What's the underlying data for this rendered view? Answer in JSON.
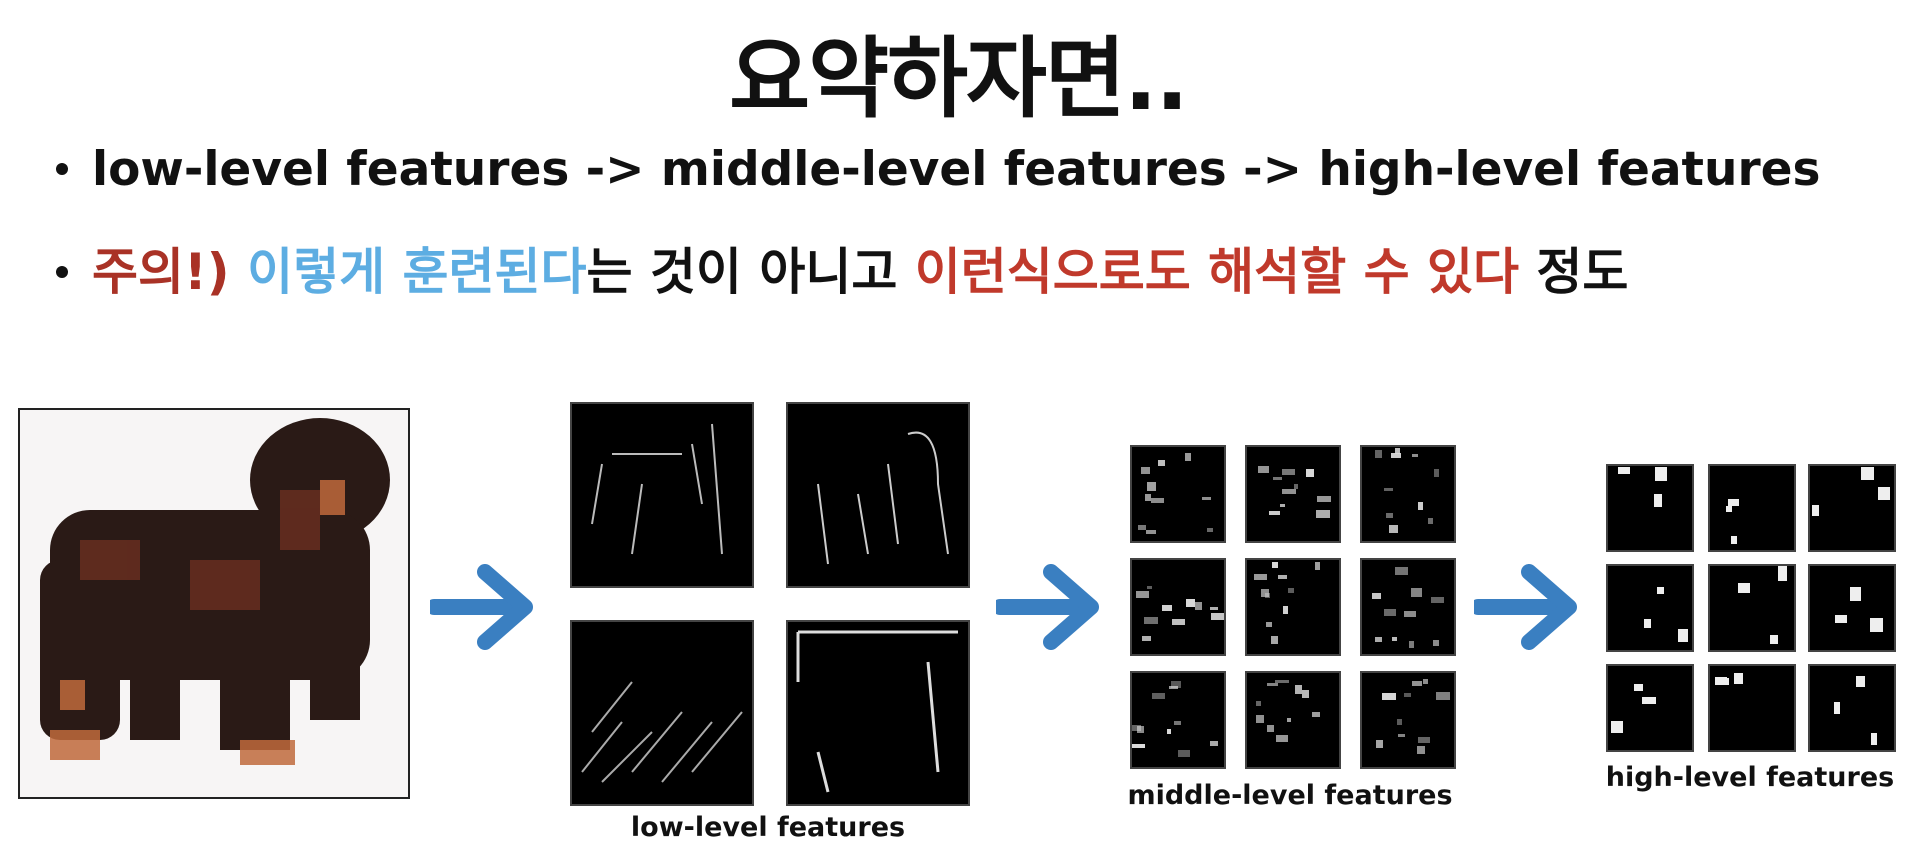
{
  "title": "요약하자면..",
  "bullet1": {
    "text": "low-level features -> middle-level features -> high-level features"
  },
  "bullet2": {
    "part1": "주의!)",
    "part2": "이렇게 훈련된다",
    "part3": "는 것이 아니고",
    "part4": "이런식으로도 해석할 수 있다",
    "part5": "정도"
  },
  "captions": {
    "low": "low-level features",
    "middle": "middle-level features",
    "high": "high-level features"
  },
  "colors": {
    "arrow": "#3a7fc1",
    "emphasis_red": "#c0392b",
    "emphasis_blue": "#5dade2"
  }
}
